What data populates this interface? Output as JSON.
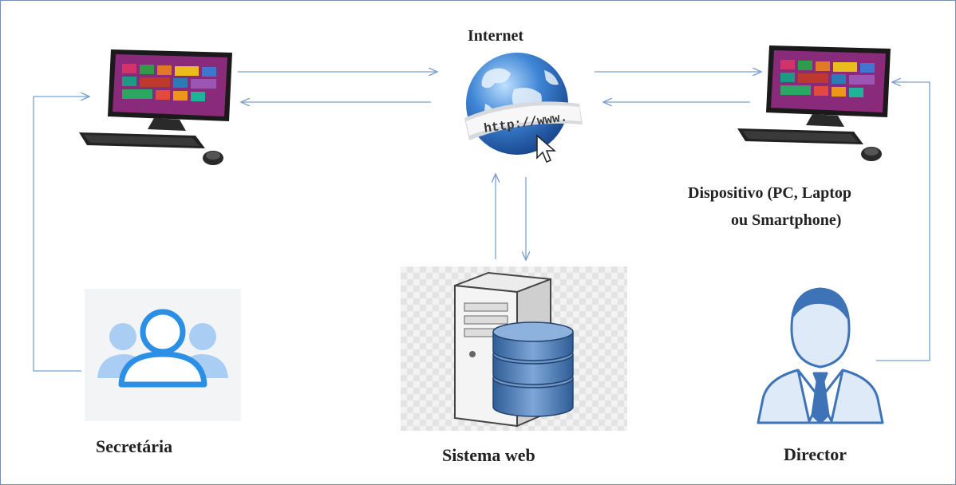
{
  "diagram": {
    "nodes": {
      "internet": {
        "label": "Internet",
        "url_text": "http://www."
      },
      "device_left": {
        "label": ""
      },
      "device_right": {
        "label_line1": "Dispositivo (PC, Laptop",
        "label_line2": "ou Smartphone)"
      },
      "secretaria": {
        "label": "Secretária"
      },
      "web_system": {
        "label": "Sistema web"
      },
      "director": {
        "label": "Director"
      }
    },
    "connections": [
      {
        "from": "device_left",
        "to": "internet",
        "direction": "right"
      },
      {
        "from": "internet",
        "to": "device_left",
        "direction": "left"
      },
      {
        "from": "internet",
        "to": "device_right",
        "direction": "right"
      },
      {
        "from": "device_right",
        "to": "internet",
        "direction": "left"
      },
      {
        "from": "web_system",
        "to": "internet",
        "direction": "up"
      },
      {
        "from": "internet",
        "to": "web_system",
        "direction": "down"
      },
      {
        "from": "secretaria",
        "to": "device_left",
        "direction": "loop"
      },
      {
        "from": "director",
        "to": "device_right",
        "direction": "loop"
      }
    ],
    "colors": {
      "arrow": "#7ba0cf",
      "frame": "#6f8fb4",
      "person_blue": "#2b8fe6",
      "person_light": "#a9cdf3",
      "director_blue": "#3f73b8",
      "globe_blue": "#2f6fbf",
      "db_blue": "#4a78b0"
    }
  }
}
